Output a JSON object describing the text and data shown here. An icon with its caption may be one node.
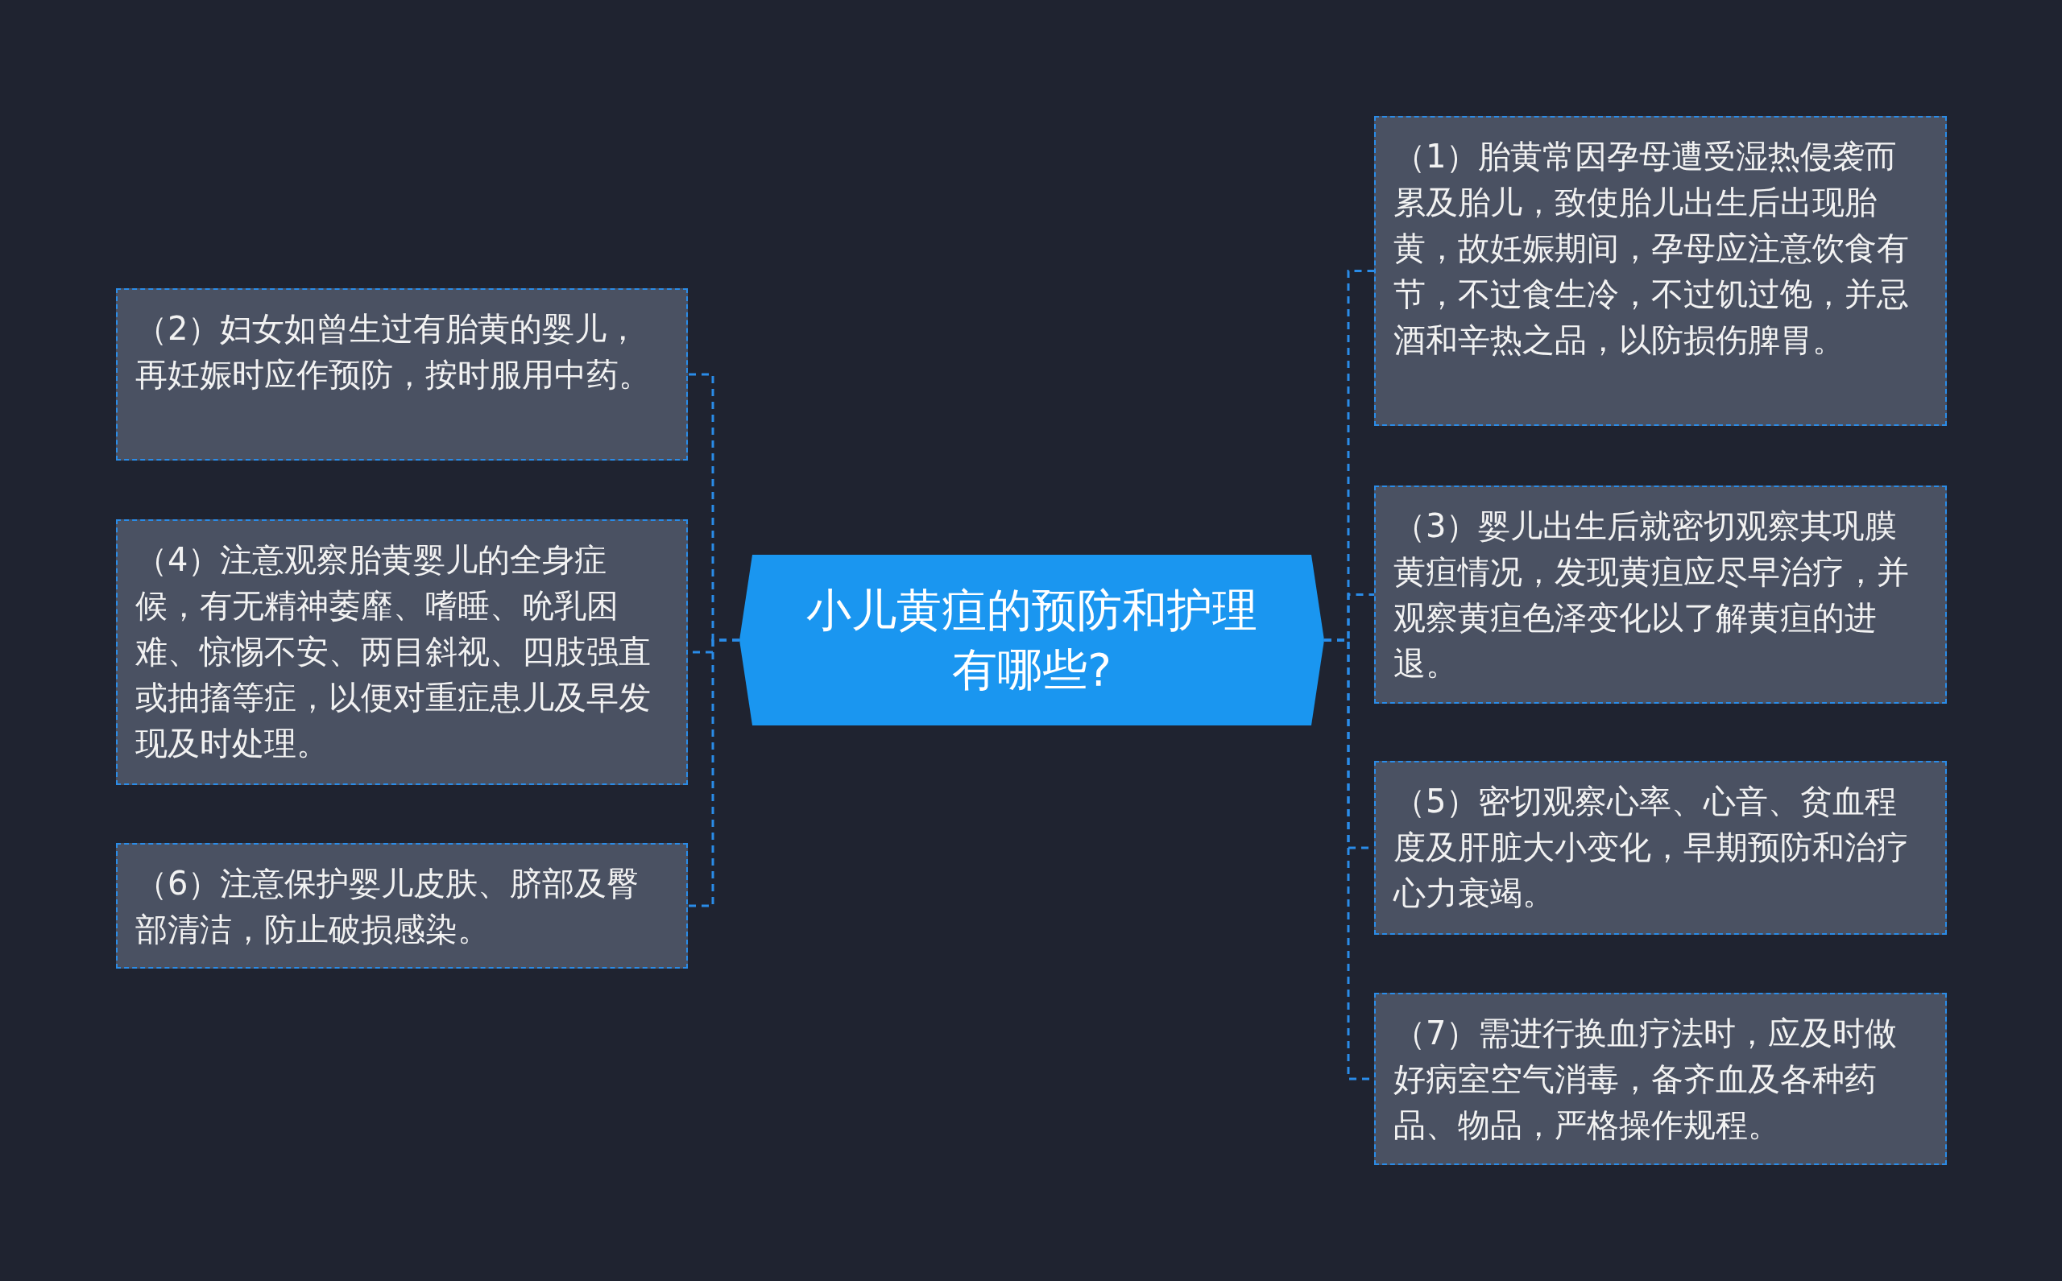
{
  "diagram": {
    "nodes": [
      {
        "text": [
          "小儿黄疸的预防和护理有哪些?"
        ]
      },
      {
        "text": [
          "（1）胎黄常因孕母遭受湿热侵袭而累及胎儿，致使胎儿出生后出现胎黄，故妊娠期间，孕母应注意饮食有节，不过食生冷，不过饥过饱，并忌酒和辛热之品，以防损伤脾胃。"
        ]
      },
      {
        "text": [
          "（2）妇女如曾生过有胎黄的婴儿，再妊娠时应作预防，按时服用中药。"
        ]
      },
      {
        "text": [
          "（3）婴儿出生后就密切观察其巩膜黄疸情况，发现黄疸应尽早治疗，并观察黄疸色泽变化以了解黄疸的进退。"
        ]
      },
      {
        "text": [
          "（4）注意观察胎黄婴儿的全身症候，有无精神萎靡、嗜睡、吮乳困难、惊惕不安、两目斜视、四肢强直或抽搐等症，以便对重症患儿及早发现及时处理。"
        ]
      },
      {
        "text": [
          "（5）密切观察心率、心音、贫血程度及肝脏大小变化，早期预防和治疗心力衰竭。"
        ]
      },
      {
        "text": [
          "（6）注意保护婴儿皮肤、脐部及臀部清洁，防止破损感染。"
        ]
      },
      {
        "text": [
          "（7）需进行换血疗法时，应及时做好病室空气消毒，备齐血及各种药品、物品，严格操作规程。"
        ]
      }
    ],
    "edges": [
      {
        "from": 0,
        "to": 1,
        "arrow": "none",
        "style": "dashed"
      },
      {
        "from": 0,
        "to": 2,
        "arrow": "none",
        "style": "dashed"
      },
      {
        "from": 0,
        "to": 3,
        "arrow": "none",
        "style": "dashed"
      },
      {
        "from": 0,
        "to": 4,
        "arrow": "none",
        "style": "dashed"
      },
      {
        "from": 0,
        "to": 5,
        "arrow": "none",
        "style": "dashed"
      },
      {
        "from": 0,
        "to": 6,
        "arrow": "none",
        "style": "dashed"
      },
      {
        "from": 0,
        "to": 7,
        "arrow": "none",
        "style": "dashed"
      }
    ]
  }
}
